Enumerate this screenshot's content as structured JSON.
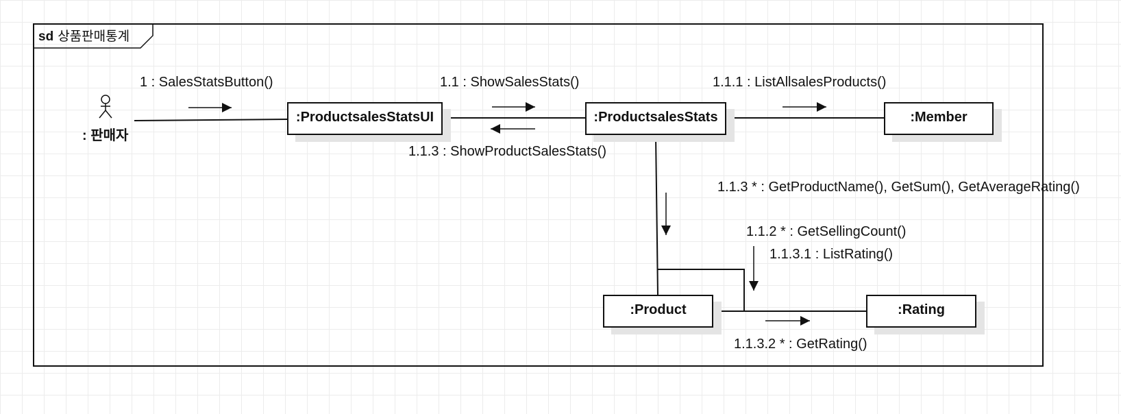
{
  "frame": {
    "keyword": "sd",
    "name": "상품판매통계"
  },
  "actor": {
    "label": ": 판매자",
    "icon": "stick-figure-icon"
  },
  "objects": {
    "ui": ":ProductsalesStatsUI",
    "stats": ":ProductsalesStats",
    "member": ":Member",
    "product": ":Product",
    "rating": ":Rating"
  },
  "messages": {
    "m1": "1 : SalesStatsButton()",
    "m1_1": "1.1 : ShowSalesStats()",
    "m1_1_3_return": "1.1.3 : ShowProductSalesStats()",
    "m1_1_1": "1.1.1 : ListAllsalesProducts()",
    "m1_1_3_star": "1.1.3 * : GetProductName(), GetSum(), GetAverageRating()",
    "m1_1_2": "1.1.2 * : GetSellingCount()",
    "m1_1_3_1": "1.1.3.1 : ListRating()",
    "m1_1_3_2": "1.1.3.2 * : GetRating()"
  },
  "colors": {
    "line": "#111111",
    "shadow": "#e4e4e4",
    "grid": "#ececec"
  }
}
